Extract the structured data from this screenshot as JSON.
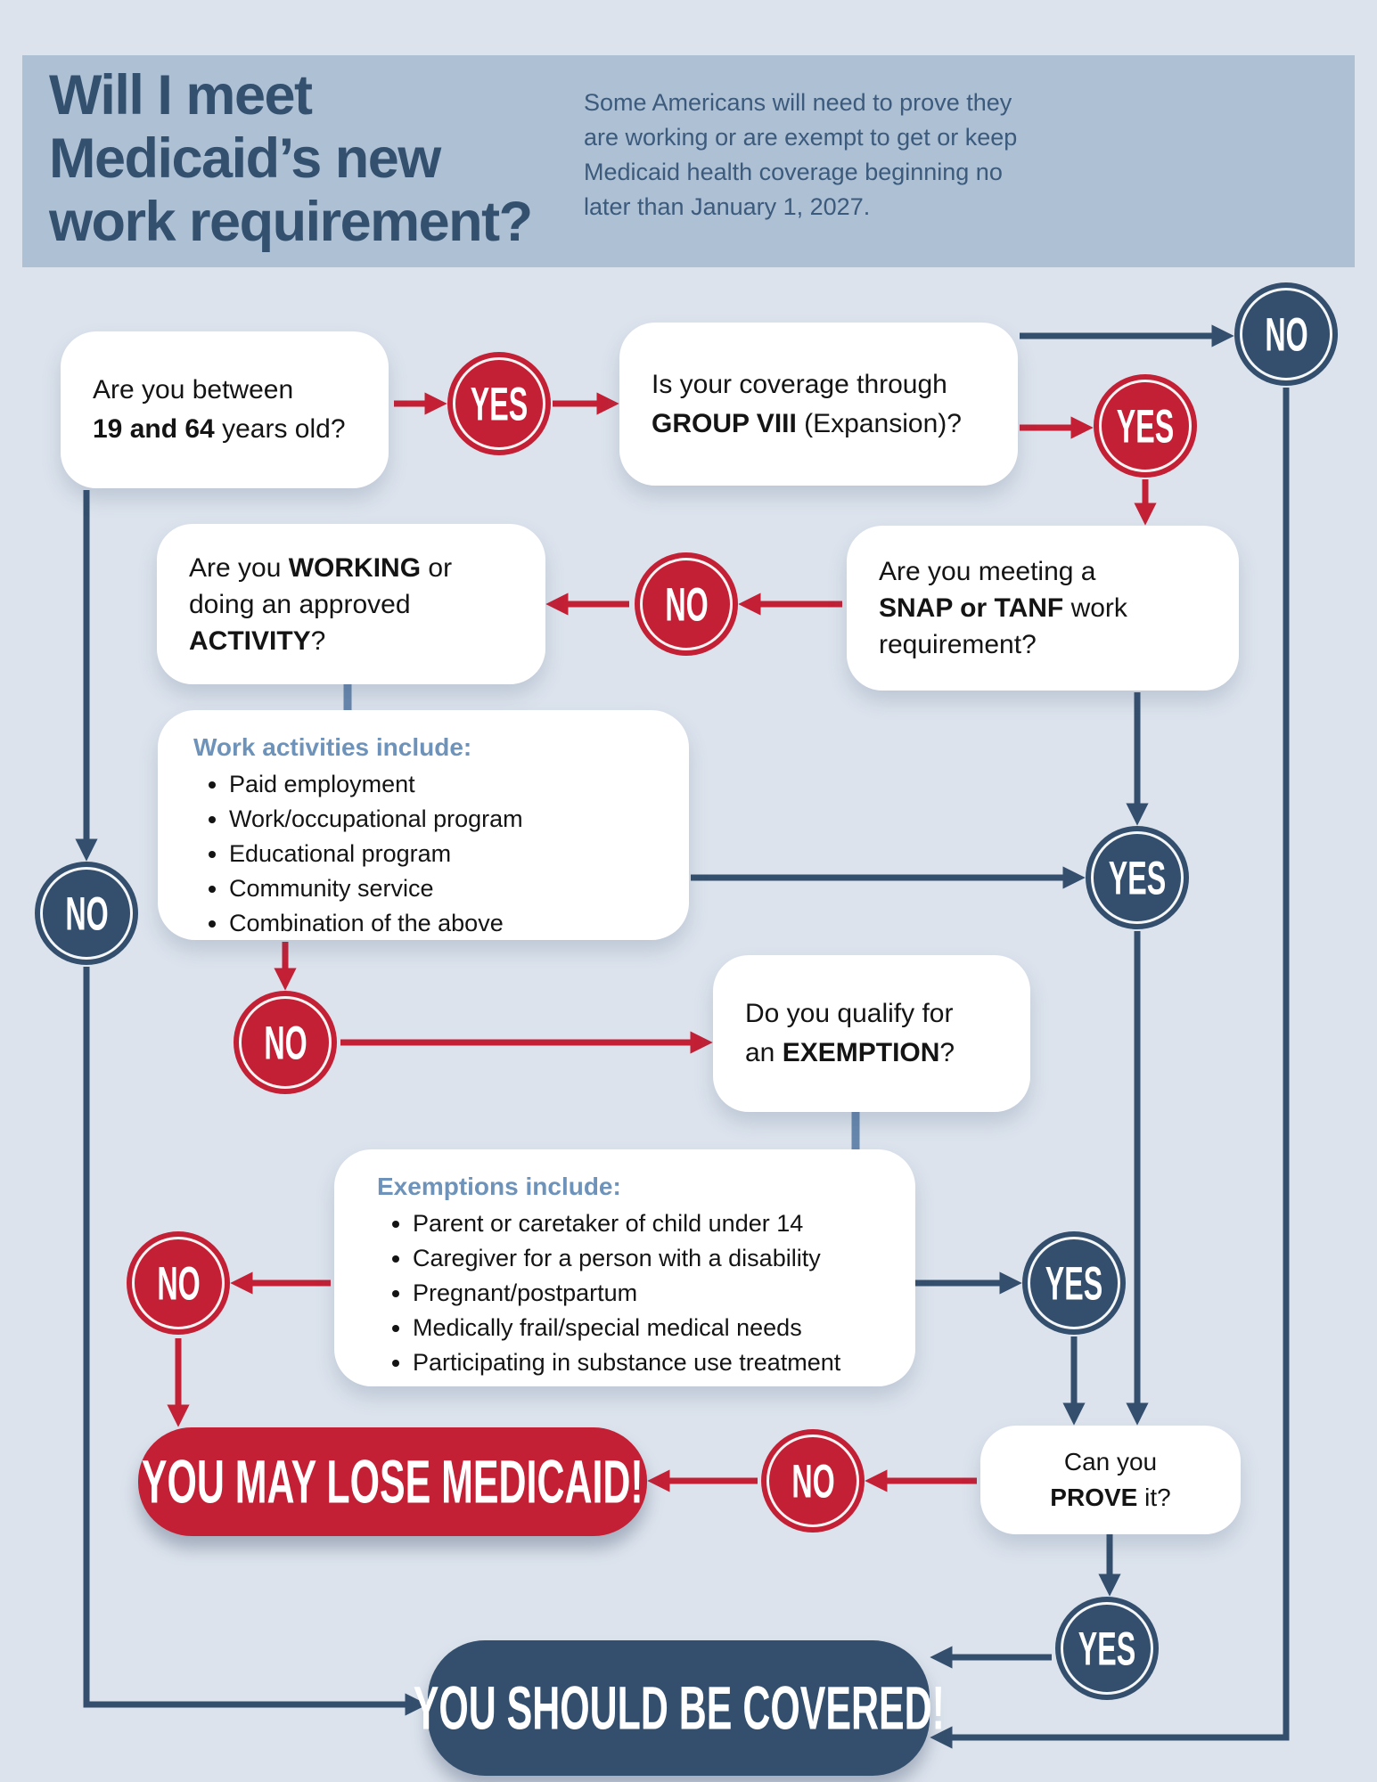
{
  "header": {
    "title_lines": [
      "Will I meet",
      "Medicaid’s new",
      "work requirement?"
    ],
    "subtitle_lines": [
      "Some Americans will need to prove they",
      "are working or are exempt to get or keep",
      "Medicaid health coverage beginning no",
      "later than January 1,  2027."
    ]
  },
  "labels": {
    "yes": "YES",
    "no": "NO"
  },
  "nodes": {
    "age": {
      "l1": "Are you between",
      "l2_bold": "19 and 64",
      "l2_post": " years old?"
    },
    "group8": {
      "l1": "Is your coverage through",
      "l2_bold": "GROUP VIII",
      "l2_post": " (Expansion)?"
    },
    "working": {
      "l1_pre": "Are you ",
      "l1_bold": "WORKING",
      "l1_post": " or",
      "l2": "doing an approved",
      "l3_bold": "ACTIVITY",
      "l3_post": "?"
    },
    "snap": {
      "l1": "Are you meeting a",
      "l2_bold": "SNAP or TANF",
      "l2_post": " work",
      "l3": "requirement?"
    },
    "exemption_q": {
      "l1": "Do you qualify for",
      "l2_pre": "an ",
      "l2_bold": "EXEMPTION",
      "l2_post": "?"
    },
    "prove": {
      "l1": "Can you",
      "l2_bold": "PROVE",
      "l2_post": " it?"
    }
  },
  "work_activities": {
    "title": "Work activities include:",
    "items": [
      "Paid employment",
      "Work/occupational program",
      "Educational program",
      "Community service",
      "Combination of the above"
    ]
  },
  "exemptions": {
    "title": "Exemptions include:",
    "items": [
      "Parent or caretaker of child under 14",
      "Caregiver for a person with a disability",
      "Pregnant/postpartum",
      "Medically frail/special medical needs",
      "Participating in substance use treatment"
    ]
  },
  "outcomes": {
    "lose": "YOU MAY LOSE MEDICAID!",
    "covered": "YOU SHOULD BE COVERED!"
  },
  "colors": {
    "red": "#c32035",
    "navy": "#334f6d",
    "steel_connector": "#6787ad",
    "heading_accent": "#6e93ba",
    "header_band": "#aec0d4",
    "page_bg": "#dce3ed",
    "title_text": "#33506f"
  }
}
